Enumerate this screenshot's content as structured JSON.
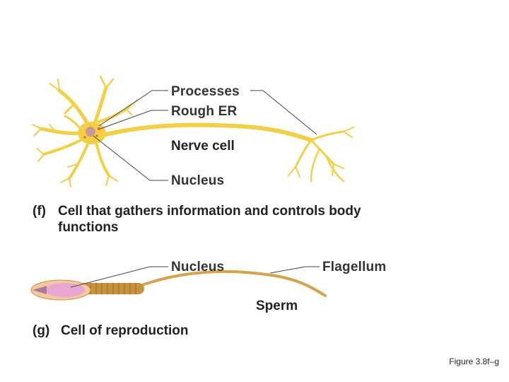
{
  "nerve_cell": {
    "labels": {
      "processes": "Processes",
      "rough_er": "Rough ER",
      "name": "Nerve cell",
      "nucleus": "Nucleus"
    },
    "caption_letter": "(f)",
    "caption_line1": "Cell that gathers information and controls body",
    "caption_line2": "functions"
  },
  "sperm": {
    "labels": {
      "nucleus": "Nucleus",
      "flagellum": "Flagellum",
      "name": "Sperm"
    },
    "caption_letter": "(g)",
    "caption_text": "Cell of reproduction"
  },
  "figure_ref": "Figure 3.8f–g",
  "colors": {
    "neuron": "#f2cf45",
    "sperm_tail": "#d8a24a",
    "sperm_head": "#e9a6d3",
    "leader_line": "#444444"
  }
}
